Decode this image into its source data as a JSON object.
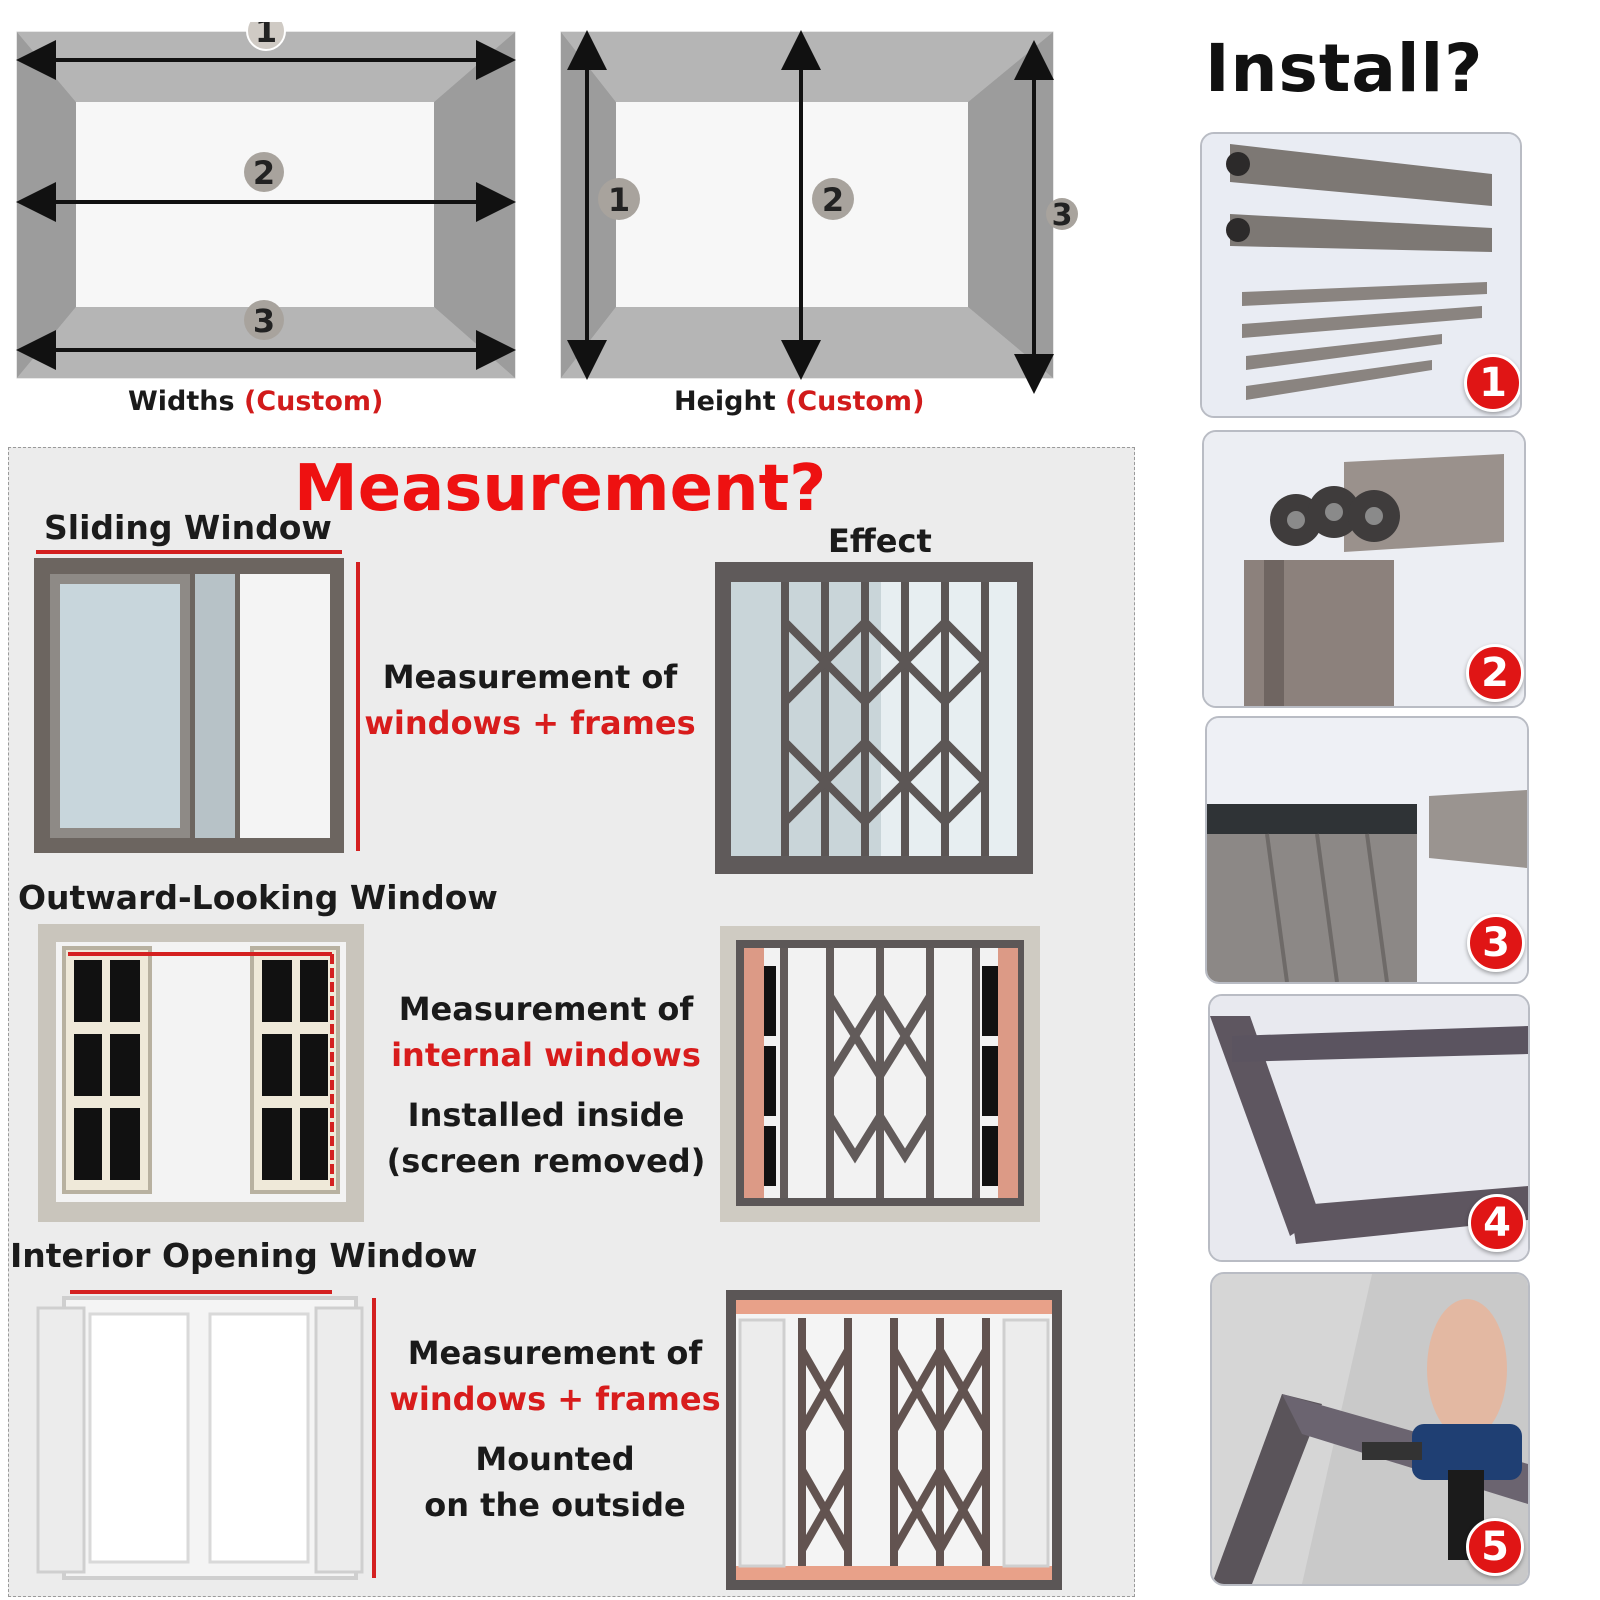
{
  "width_diagram": {
    "caption": "Widths",
    "caption_note": "(Custom)",
    "markers": [
      "1",
      "2",
      "3"
    ]
  },
  "height_diagram": {
    "caption": "Height",
    "caption_note": "(Custom)",
    "markers": [
      "1",
      "2",
      "3"
    ]
  },
  "install": {
    "title": "Install?",
    "steps": [
      {
        "number": "1",
        "icon": "profile-bars-photo"
      },
      {
        "number": "2",
        "icon": "roller-wheels-photo"
      },
      {
        "number": "3",
        "icon": "track-assembly-photo"
      },
      {
        "number": "4",
        "icon": "corner-frame-photo"
      },
      {
        "number": "5",
        "icon": "drill-mounting-photo"
      }
    ]
  },
  "measurement": {
    "title": "Measurement?",
    "effect_label": "Effect",
    "sections": [
      {
        "title": "Sliding Window",
        "lines": [
          {
            "text": "Measurement of",
            "color": "black"
          },
          {
            "text": "windows + frames",
            "color": "red"
          }
        ]
      },
      {
        "title": "Outward-Looking Window",
        "lines": [
          {
            "text": "Measurement of",
            "color": "black"
          },
          {
            "text": "internal windows",
            "color": "red"
          },
          {
            "text": "Installed inside",
            "color": "black"
          },
          {
            "text": "(screen removed)",
            "color": "black"
          }
        ]
      },
      {
        "title": "Interior Opening Window",
        "lines": [
          {
            "text": "Measurement of",
            "color": "black"
          },
          {
            "text": "windows + frames",
            "color": "red"
          },
          {
            "text": "Mounted",
            "color": "black"
          },
          {
            "text": "on the outside",
            "color": "black"
          }
        ]
      }
    ]
  },
  "colors": {
    "accent_red": "#e01515",
    "frame_grey": "#a9a9a9",
    "grille_brown": "#6e5e57",
    "window_frame": "#6c6560"
  }
}
